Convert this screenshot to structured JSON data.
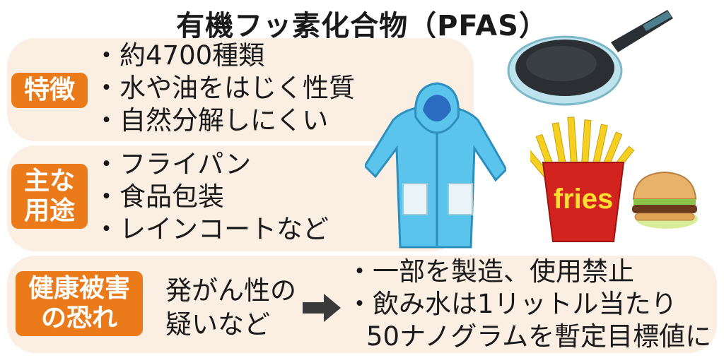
{
  "title": "有機フッ素化合物（PFAS）",
  "features": {
    "label": "特徴",
    "items": [
      "・約4700種類",
      "・水や油をはじく性質",
      "・自然分解しにくい"
    ]
  },
  "uses": {
    "label_line1": "主な",
    "label_line2": "用途",
    "items": [
      "・フライパン",
      "・食品包装",
      "・レインコートなど"
    ]
  },
  "health": {
    "label_line1": "健康被害",
    "label_line2": "の恐れ",
    "text_line1": "発がん性の",
    "text_line2": "疑いなど"
  },
  "effects": {
    "line1": "・一部を製造、使用禁止",
    "line2": "・飲み水は1リットル当たり",
    "line3": "50ナノグラムを暫定目標値に"
  },
  "fries_text": "fries",
  "colors": {
    "label_bg": "#ea7a1a",
    "band_bg": "#fbeee3",
    "raincoat": "#5bc4ec",
    "fries_cup": "#d2231e",
    "fries": "#f5d020"
  }
}
